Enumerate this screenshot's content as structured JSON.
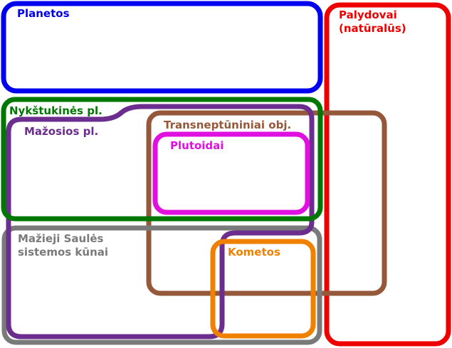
{
  "regions": {
    "planets": {
      "label": "Planetos",
      "color": "#0000ee"
    },
    "satellites": {
      "label_line1": "Palydovai",
      "label_line2": "(natūralūs)",
      "color": "#ee0000"
    },
    "dwarf_planets": {
      "label": "Nykštukinės pl.",
      "color": "#007700"
    },
    "minor_planets": {
      "label": "Mažosios pl.",
      "color": "#6b2d8e"
    },
    "tno": {
      "label": "Transneptūniniai obj.",
      "color": "#95583a"
    },
    "plutoids": {
      "label": "Plutoidai",
      "color": "#e010e0"
    },
    "small_bodies": {
      "label_line1": "Mažieji Saulės",
      "label_line2": "sistemos kūnai",
      "color": "#7a7a7a"
    },
    "comets": {
      "label": "Kometos",
      "color": "#f08000"
    }
  }
}
